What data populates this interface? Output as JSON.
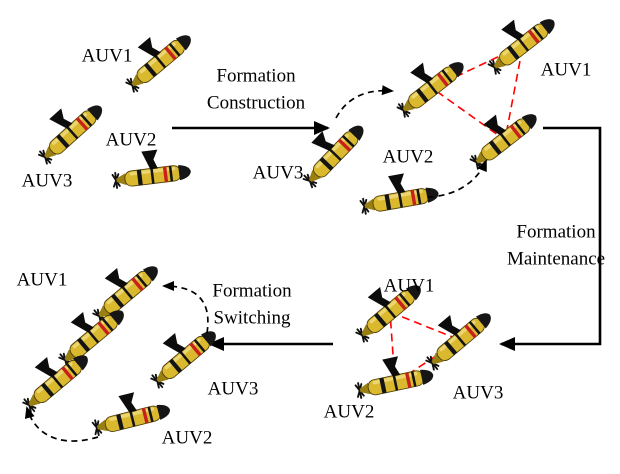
{
  "stages": {
    "construction": "Formation Construction",
    "maintenance": "Formation Maintenance",
    "switching": "Formation Switching"
  },
  "groups": {
    "initial": {
      "auv1": "AUV1",
      "auv2": "AUV2",
      "auv3": "AUV3"
    },
    "constructed": {
      "auv1": "AUV1",
      "auv2": "AUV2",
      "auv3": "AUV3"
    },
    "maintained": {
      "auv1": "AUV1",
      "auv2": "AUV2",
      "auv3": "AUV3"
    },
    "switched": {
      "auv1": "AUV1",
      "auv2": "AUV2",
      "auv3": "AUV3"
    }
  },
  "colors": {
    "formation_link": "#FF0000",
    "auv_body": "#DBB92F",
    "auv_stripe": "#C8201A",
    "arrow": "#000000",
    "background": "#FFFFFF"
  }
}
